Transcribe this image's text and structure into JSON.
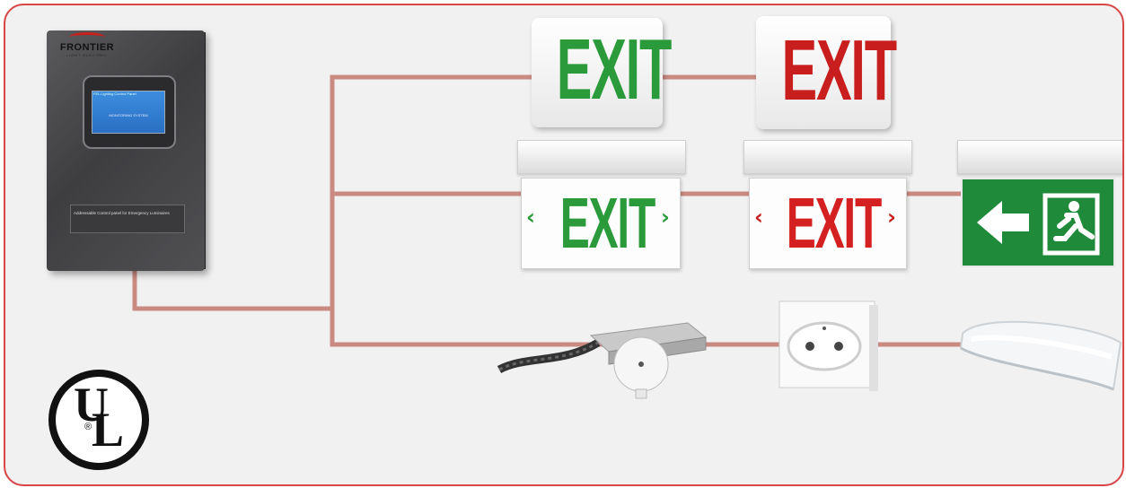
{
  "panel": {
    "brand_name": "FRONTIER",
    "brand_tagline": "LIGHT ELECTRIC",
    "screen_line1": "FEL Lighting Control Panel",
    "screen_line2": "MONITORING SYSTEM",
    "label_text": "Addressable Control panel for Emergency Luminaires"
  },
  "signs": {
    "exit_green_top": "EXIT",
    "exit_red_top": "EXIT",
    "exit_green_edge": "EXIT",
    "exit_red_edge": "EXIT",
    "chevron_left": "‹",
    "chevron_right": "›"
  },
  "ul_mark": {
    "top": "U",
    "bottom": "L",
    "registered": "®"
  },
  "colors": {
    "wire": "#c98a82",
    "exit_green": "#2a9a3a",
    "exit_red": "#c81e1e",
    "running_man_green": "#1f8a3a",
    "frame_border": "#d94545"
  },
  "icons": [
    "running-man-icon",
    "left-arrow-icon",
    "ul-certification-icon"
  ]
}
